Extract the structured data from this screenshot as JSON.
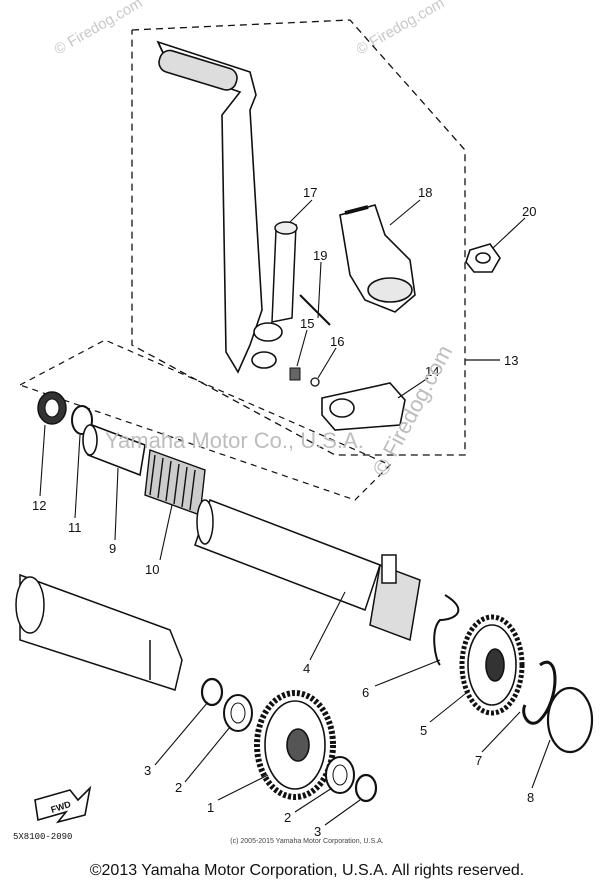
{
  "diagram": {
    "watermark_main": "Yamaha Motor Co., U.S.A.",
    "watermark_site": "© Firedog.com",
    "watermark_corner": "© Firedog.com",
    "part_code": "5X8100-2090",
    "fwd_label": "FWD",
    "copyright_small": "(c) 2005-2015 Yamaha Motor Corporation, U.S.A.",
    "copyright_main": "©2013 Yamaha Motor Corporation, U.S.A. All rights reserved.",
    "callouts": [
      "1",
      "2",
      "2",
      "3",
      "3",
      "4",
      "5",
      "6",
      "7",
      "8",
      "9",
      "10",
      "11",
      "12",
      "13",
      "14",
      "15",
      "16",
      "17",
      "18",
      "19",
      "20"
    ]
  }
}
